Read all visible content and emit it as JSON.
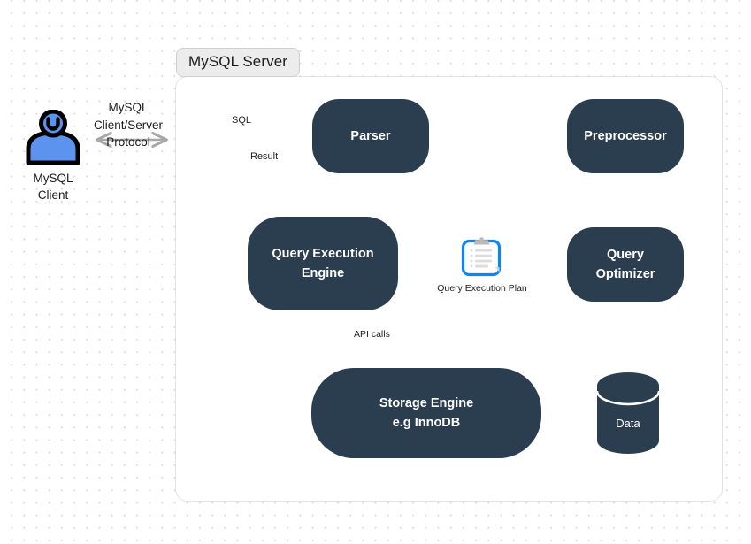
{
  "diagram": {
    "title": "MySQL Server query execution architecture",
    "colors": {
      "node_fill": "#2b3e50",
      "node_text": "#ffffff",
      "arrow": "#a8a8a8",
      "container_border": "#e3e3e6",
      "label_chip_fill": "#ececec",
      "actor_blue": "#5b93ef",
      "actor_outline": "#000000",
      "clipboard_blue": "#0a84ff",
      "background_dot": "#d8d8dd"
    }
  },
  "server": {
    "label": "MySQL Server"
  },
  "client": {
    "icon": "user-icon",
    "label_line1": "MySQL",
    "label_line2": "Client",
    "protocol_line1": "MySQL",
    "protocol_line2": "Client/Server",
    "protocol_line3": "Protocol"
  },
  "nodes": [
    {
      "id": "parser",
      "label_line1": "Parser",
      "label_line2": ""
    },
    {
      "id": "preprocessor",
      "label_line1": "Preprocessor",
      "label_line2": ""
    },
    {
      "id": "optimizer",
      "label_line1": "Query",
      "label_line2": "Optimizer"
    },
    {
      "id": "execution",
      "label_line1": "Query Execution",
      "label_line2": "Engine"
    },
    {
      "id": "storage",
      "label_line1": "Storage Engine",
      "label_line2": "e.g InnoDB"
    }
  ],
  "artifacts": {
    "query_execution_plan": {
      "icon": "clipboard-icon",
      "caption": "Query Execution Plan"
    },
    "data_store": {
      "icon": "database-cylinder-icon",
      "label": "Data"
    }
  },
  "edges": [
    {
      "id": "sql",
      "label": "SQL",
      "from": "client",
      "to": "parser"
    },
    {
      "id": "result",
      "label": "Result",
      "from": "execution",
      "to": "client"
    },
    {
      "id": "api",
      "label": "API calls",
      "from": "execution",
      "to": "storage"
    },
    {
      "id": "parse-to-preproc",
      "label": "",
      "from": "parser",
      "to": "preprocessor"
    },
    {
      "id": "preproc-to-opt",
      "label": "",
      "from": "preprocessor",
      "to": "optimizer"
    },
    {
      "id": "opt-to-plan",
      "label": "",
      "from": "optimizer",
      "to": "query_execution_plan"
    },
    {
      "id": "plan-to-exec",
      "label": "",
      "from": "query_execution_plan",
      "to": "execution"
    },
    {
      "id": "storage-to-data",
      "label": "",
      "from": "storage",
      "to": "data_store"
    }
  ]
}
